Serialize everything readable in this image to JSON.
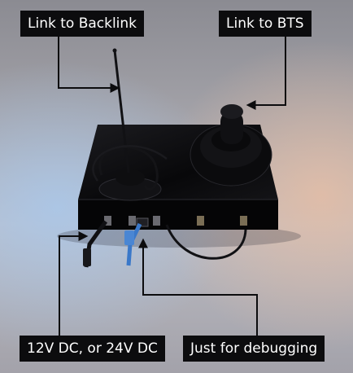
{
  "labels": {
    "backlink": "Link to Backlink",
    "bts": "Link to BTS",
    "power": "12V DC, or 24V DC",
    "debug": "Just for debugging"
  },
  "colors": {
    "label_bg": "#0c0c0e",
    "label_text": "#ffffff",
    "device_body": "#0a0a0c",
    "ethernet_cable": "#3a78c9"
  }
}
